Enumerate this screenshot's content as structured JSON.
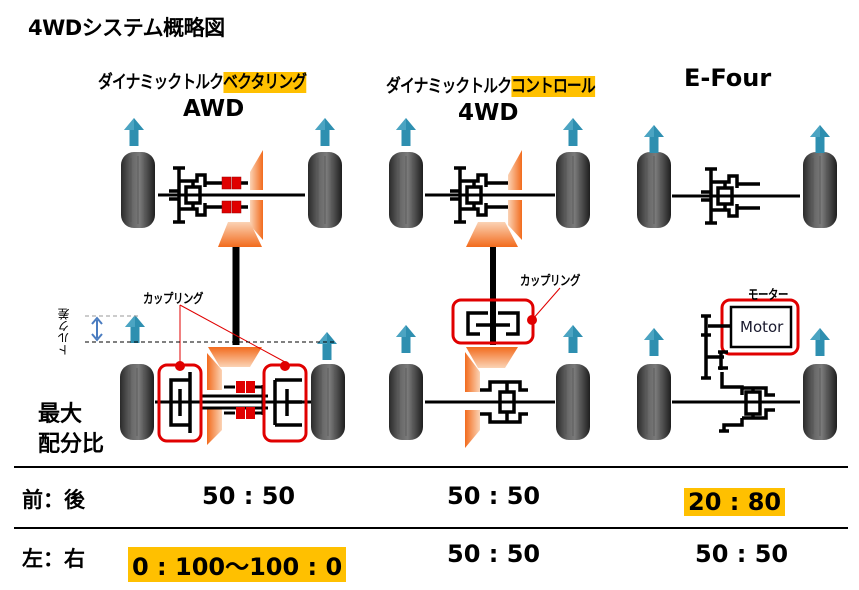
{
  "title": "4WDシステム概略図",
  "systems": [
    {
      "name_prefix": "ダイナミックトルク",
      "name_highlight": "ベクタリング",
      "subtitle": "AWD"
    },
    {
      "name_prefix": "ダイナミックトルク",
      "name_highlight": "コントロール",
      "subtitle": "4WD"
    },
    {
      "name": "E-Four"
    }
  ],
  "annotations": {
    "coupling_awd": "カップリング",
    "coupling_4wd": "カップリング",
    "motor_label": "モーター",
    "motor_box": "Motor",
    "torque_difference": "トルク差"
  },
  "table": {
    "heading_line1": "最大",
    "heading_line2": "配分比",
    "rows": [
      {
        "label": "前：後",
        "values": [
          "50 : 50",
          "50 : 50",
          "20 : 80"
        ],
        "highlighted": [
          false,
          false,
          true
        ]
      },
      {
        "label": "左：右",
        "values": [
          "0 : 100〜100 : 0",
          "50 : 50",
          "50 : 50"
        ],
        "highlighted": [
          true,
          false,
          false
        ]
      }
    ]
  },
  "colors": {
    "highlight": "#FFC000",
    "coupling_outline": "#E00000",
    "arrow": "#2E8FB0",
    "gear_orange": "#F26B1D",
    "clutch_red": "#E00000"
  }
}
